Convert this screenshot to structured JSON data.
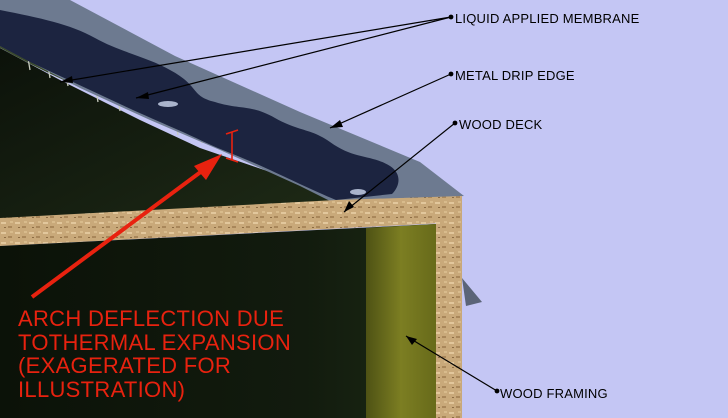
{
  "callouts": {
    "membrane": "LIQUID APPLIED MEMBRANE",
    "drip_edge": "METAL DRIP EDGE",
    "wood_deck": "WOOD DECK",
    "wood_framing": "WOOD FRAMING"
  },
  "note": {
    "lines": [
      "ARCH DEFLECTION DUE",
      "TOTHERMAL EXPANSION",
      "(EXAGERATED FOR",
      "ILLUSTRATION)"
    ]
  },
  "colors": {
    "sky": "#c4c6f4",
    "membrane": "#1c2440",
    "drip_edge": "#6d7a90",
    "wood_deck": "#c9a97a",
    "framing": "#7c7e22",
    "annotation_red": "#e8220f"
  }
}
